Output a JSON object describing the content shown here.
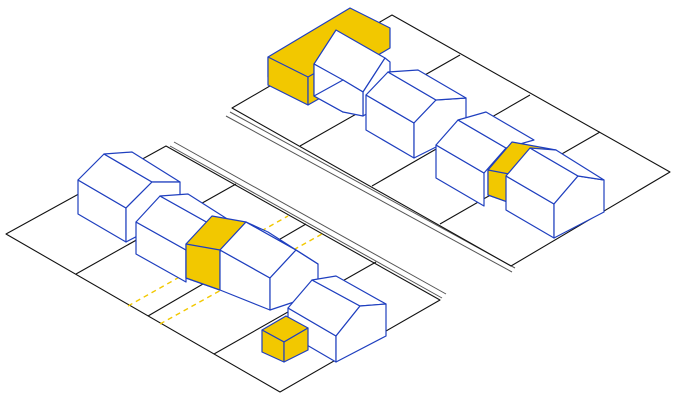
{
  "diagram": {
    "title": "",
    "panels": [
      {
        "id": "lower-left-block",
        "lots": 4,
        "houses": 3,
        "additions": [
          "rear-infill-addition",
          "front-garage-addition"
        ]
      },
      {
        "id": "upper-right-block",
        "lots": 4,
        "houses": 3,
        "additions": [
          "side-addition",
          "infill-between-houses"
        ]
      }
    ]
  },
  "colors": {
    "house_outline": "#1f3fbf",
    "addition_fill": "#f2c800",
    "lot_lines": "#111111",
    "road_line": "#555555"
  }
}
